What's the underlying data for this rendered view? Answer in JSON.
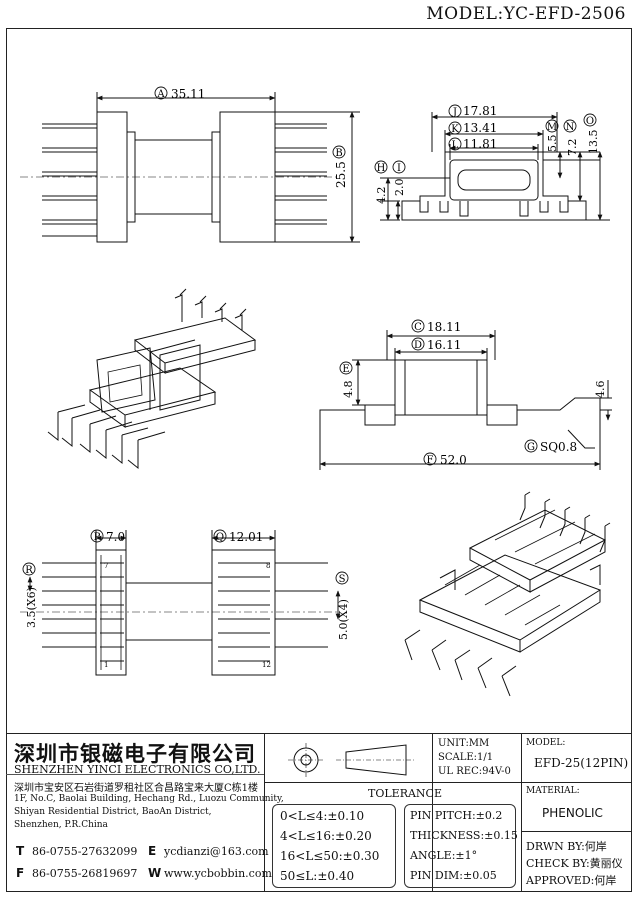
{
  "header": {
    "model_text": "MODEL:YC-EFD-2506"
  },
  "dimensions": {
    "A": "35.11",
    "B": "25.5",
    "C": "18.11",
    "D": "16.11",
    "E": "4.8",
    "F": "52.0",
    "G": "SQ0.8",
    "H": "4.2",
    "I": "2.0",
    "J": "17.81",
    "K": "13.41",
    "L": "11.81",
    "M": "5.5",
    "N": "7.2",
    "O": "13.5",
    "P": "7.0",
    "Q": "12.01",
    "R": "3.5(X6)",
    "S": "5.0(X4)",
    "side_height": "4.6"
  },
  "dimension_letters": [
    "A",
    "B",
    "C",
    "D",
    "E",
    "F",
    "G",
    "H",
    "I",
    "J",
    "K",
    "L",
    "M",
    "N",
    "O",
    "P",
    "Q",
    "R",
    "S"
  ],
  "pin_numbers": {
    "p7": "7",
    "p8": "8",
    "p1": "1",
    "p12": "12"
  },
  "company": {
    "name_cn": "深圳市银磁电子有限公司",
    "name_en": "SHENZHEN YINCI ELECTRONICS CO,LTD.",
    "address_cn": "深圳市宝安区石岩街道罗租社区合昌路宝来大厦C栋1楼",
    "address_en": [
      "1F, No.C, Baolai Building, Hechang Rd., Luozu Community,",
      "Shiyan Residential District, BaoAn District,",
      "Shenzhen, P.R.China"
    ],
    "tel_label": "T",
    "tel": "86-0755-27632099",
    "fax_label": "F",
    "fax": "86-0755-26819697",
    "email_label": "E",
    "email": "ycdianzi@163.com",
    "web_label": "W",
    "web": "www.ycbobbin.com"
  },
  "units": {
    "unit": "UNIT:MM",
    "scale": "SCALE:1/1",
    "ul": "UL REC:94V-0"
  },
  "model_box": {
    "label": "MODEL:",
    "value": "EFD-25(12PIN)"
  },
  "material_box": {
    "label": "MATERIAL:",
    "value": "PHENOLIC"
  },
  "tolerance": {
    "title": "TOLERANCE",
    "left": [
      "0<L≤4:±0.10",
      "4<L≤16:±0.20",
      "16<L≤50:±0.30",
      "50≤L:±0.40"
    ],
    "right": [
      "PIN PITCH:±0.2",
      "THICKNESS:±0.15",
      "ANGLE:±1°",
      "PIN DIM:±0.05"
    ]
  },
  "approvals": {
    "drawn": "DRWN BY:何岸",
    "check": "CHECK BY:黄丽仪",
    "approved": "APPROVED:何岸"
  }
}
